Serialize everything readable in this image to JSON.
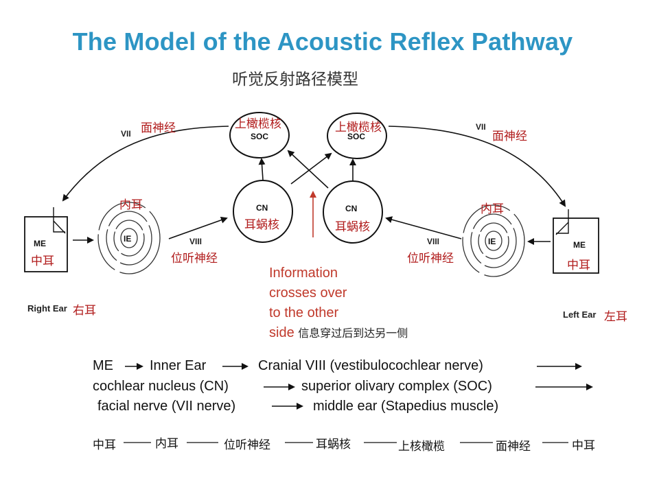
{
  "title": "The Model of the Acoustic Reflex Pathway",
  "subtitle": "听觉反射路径模型",
  "diagram": {
    "soc_right": {
      "cn": "上橄榄核",
      "code": "SOC"
    },
    "soc_left": {
      "cn": "上橄榄核",
      "code": "SOC"
    },
    "cn_right": {
      "cn": "耳蜗核",
      "code": "CN"
    },
    "cn_left": {
      "cn": "耳蜗核",
      "code": "CN"
    },
    "vii_right": {
      "roman": "VII",
      "cn": "面神经"
    },
    "vii_left": {
      "roman": "VII",
      "cn": "面神经"
    },
    "viii_right": {
      "roman": "VIII",
      "cn": "位听神经"
    },
    "viii_left": {
      "roman": "VIII",
      "cn": "位听神经"
    },
    "ie_right": {
      "code": "IE",
      "cn": "内耳"
    },
    "ie_left": {
      "code": "IE",
      "cn": "内耳"
    },
    "me_right": {
      "code": "ME",
      "cn": "中耳"
    },
    "me_left": {
      "code": "ME",
      "cn": "中耳"
    },
    "right_ear": {
      "en": "Right Ear",
      "cn": "右耳"
    },
    "left_ear": {
      "en": "Left Ear",
      "cn": "左耳"
    },
    "note_lines": [
      "Information",
      "crosses over",
      "to the other",
      "side"
    ],
    "note_cn": "信息穿过后到达另一侧"
  },
  "flow_en": {
    "row1": [
      "ME",
      "Inner Ear",
      "Cranial VIII (vestibulocochlear nerve)"
    ],
    "row2": [
      "cochlear nucleus (CN)",
      "superior olivary complex (SOC)"
    ],
    "row3": [
      "facial nerve (VII nerve)",
      "middle ear (Stapedius muscle)"
    ]
  },
  "flow_cn": [
    "中耳",
    "内耳",
    "位听神经",
    "耳蜗核",
    "上核橄榄",
    "面神经",
    "中耳"
  ]
}
